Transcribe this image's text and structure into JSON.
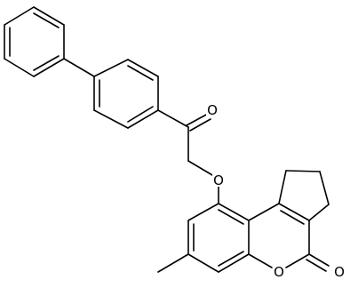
{
  "molecule": {
    "atom_labels": {
      "ketone_oxygen": "O",
      "ether_oxygen": "O",
      "ring_oxygen": "O",
      "lactone_carbonyl_oxygen": "O"
    },
    "colors": {
      "bond": "#000000",
      "label": "#000000",
      "background": "#ffffff"
    }
  }
}
